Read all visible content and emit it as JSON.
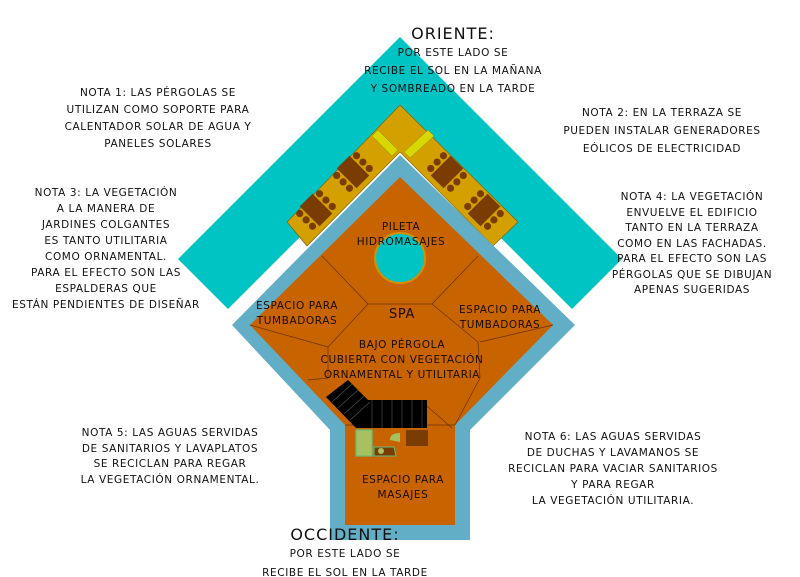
{
  "colors": {
    "vegetation": "#00c4c4",
    "border": "#62aec6",
    "floor": "#c86400",
    "pergola": "#d4a000",
    "furniture": "#7a3c00"
  },
  "orient": {
    "title": "ORIENTE:",
    "lines": [
      "POR ESTE LADO SE",
      "RECIBE EL SOL EN LA MAÑANA",
      "Y SOMBREADO EN LA TARDE"
    ]
  },
  "occident": {
    "title": "OCCIDENTE:",
    "lines": [
      "POR ESTE LADO SE",
      "RECIBE EL SOL EN LA TARDE"
    ]
  },
  "notes": [
    {
      "lines": [
        "NOTA 1: LAS PÉRGOLAS SE",
        "UTILIZAN COMO SOPORTE PARA",
        "CALENTADOR SOLAR DE AGUA Y",
        "PANELES SOLARES"
      ]
    },
    {
      "lines": [
        "NOTA 2: EN LA TERRAZA SE",
        "PUEDEN INSTALAR GENERADORES",
        "EÓLICOS DE ELECTRICIDAD"
      ]
    },
    {
      "lines": [
        "NOTA 3: LA VEGETACIÓN",
        "A LA MANERA DE",
        "JARDINES COLGANTES",
        "ES TANTO UTILITARIA",
        "COMO ORNAMENTAL.",
        "PARA EL EFECTO SON LAS",
        "ESPALDERAS QUE",
        "ESTÁN PENDIENTES DE DISEÑAR"
      ]
    },
    {
      "lines": [
        "NOTA 4: LA VEGETACIÓN",
        "ENVUELVE EL EDIFICIO",
        "TANTO EN LA TERRAZA",
        "COMO EN LAS FACHADAS.",
        "PARA EL EFECTO SON LAS",
        "PÉRGOLAS QUE SE DIBUJAN",
        "APENAS SUGERIDAS"
      ]
    },
    {
      "lines": [
        "NOTA 5: LAS AGUAS SERVIDAS",
        "DE SANITARIOS Y LAVAPLATOS",
        "SE RECICLAN PARA REGAR",
        "LA VEGETACIÓN ORNAMENTAL."
      ]
    },
    {
      "lines": [
        "NOTA 6: LAS AGUAS SERVIDAS",
        "DE DUCHAS Y LAVAMANOS SE",
        "RECICLAN PARA VACIAR SANITARIOS",
        "Y PARA REGAR",
        "LA VEGETACIÓN UTILITARIA."
      ]
    }
  ],
  "spaces": {
    "pool": [
      "PILETA",
      "HIDROMASAJES"
    ],
    "spa": "SPA",
    "lounge_left": [
      "ESPACIO PARA",
      "TUMBADORAS"
    ],
    "lounge_right": [
      "ESPACIO PARA",
      "TUMBADORAS"
    ],
    "pergola": [
      "BAJO PÉRGOLA",
      "CUBIERTA CON VEGETACIÓN",
      "ORNAMENTAL Y UTILITARIA"
    ],
    "massage": [
      "ESPACIO PARA",
      "MASAJES"
    ]
  }
}
